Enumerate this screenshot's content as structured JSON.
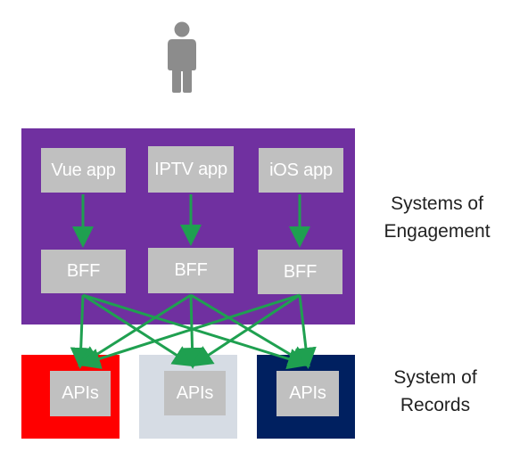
{
  "colors": {
    "engagement_bg": "#7030a0",
    "records_1": "#ff0000",
    "records_2": "#d6dce4",
    "records_3": "#002060",
    "box": "#c0c0c0",
    "arrow": "#1fa050",
    "person": "#8c8c8c"
  },
  "user": {
    "icon": "person-icon"
  },
  "engagement": {
    "apps": [
      {
        "label": "Vue app"
      },
      {
        "label": "IPTV app"
      },
      {
        "label": "iOS app"
      }
    ],
    "bffs": [
      {
        "label": "BFF"
      },
      {
        "label": "BFF"
      },
      {
        "label": "BFF"
      }
    ],
    "label_line1": "Systems of",
    "label_line2": "Engagement"
  },
  "records": {
    "apis": [
      {
        "label": "APIs"
      },
      {
        "label": "APIs"
      },
      {
        "label": "APIs"
      }
    ],
    "label_line1": "System of",
    "label_line2": "Records"
  }
}
